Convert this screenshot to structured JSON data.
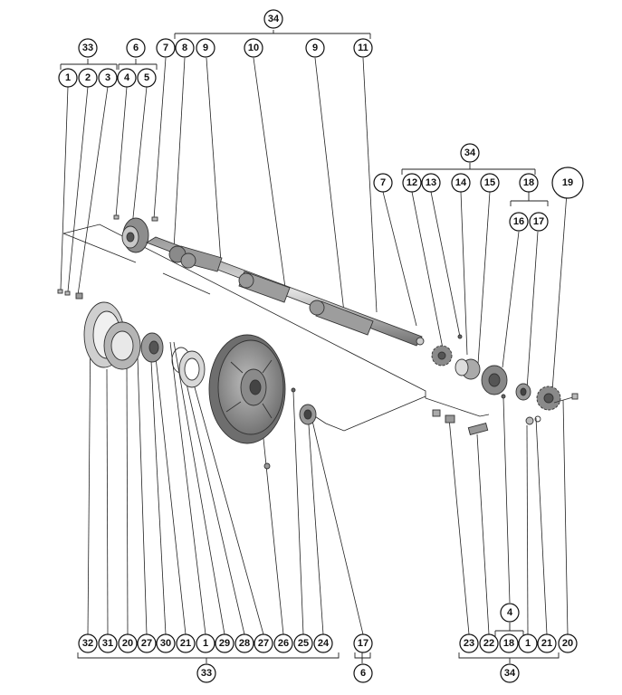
{
  "highlight_color": "#e0201e",
  "callouts": {
    "top_34": "34",
    "top_33": "33",
    "top_6": "6",
    "top_7": "7",
    "top_8": "8",
    "top_9a": "9",
    "top_10": "10",
    "top_9b": "9",
    "top_11": "11",
    "t1": "1",
    "t2": "2",
    "t3": "3",
    "t4": "4",
    "t5": "5",
    "mid_34": "34",
    "mid_7": "7",
    "mid_12": "12",
    "mid_13": "13",
    "mid_14": "14",
    "mid_15": "15",
    "mid_18": "18",
    "mid_19": "19",
    "mid_16": "16",
    "mid_17": "17",
    "b32": "32",
    "b31": "31",
    "b20": "20",
    "b27a": "27",
    "b30": "30",
    "b21": "21",
    "b1": "1",
    "b29": "29",
    "b28": "28",
    "b27b": "27",
    "b26": "26",
    "b25": "25",
    "b24": "24",
    "b33": "33",
    "b17": "17",
    "b6": "6",
    "b23": "23",
    "b22": "22",
    "b18": "18",
    "b4": "4",
    "b1r": "1",
    "b21r": "21",
    "b20r": "20",
    "b34": "34"
  }
}
